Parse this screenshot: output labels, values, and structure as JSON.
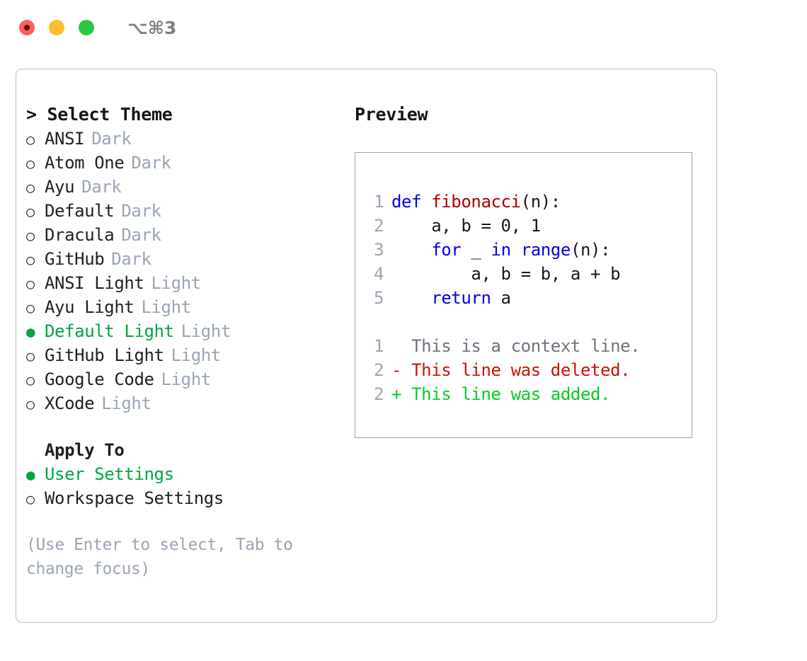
{
  "titlebar": {
    "title": "⌥⌘3",
    "lights": [
      {
        "name": "close",
        "color": "#ff5f57"
      },
      {
        "name": "minimize",
        "color": "#ffbd2e"
      },
      {
        "name": "maximize",
        "color": "#28c840"
      }
    ]
  },
  "theme_picker": {
    "header_prefix": "> ",
    "header": "Select Theme",
    "bullet_unselected": "○",
    "bullet_selected": "●",
    "items": [
      {
        "label": "ANSI",
        "tag": "Dark",
        "selected": false
      },
      {
        "label": "Atom One",
        "tag": "Dark",
        "selected": false
      },
      {
        "label": "Ayu",
        "tag": "Dark",
        "selected": false
      },
      {
        "label": "Default",
        "tag": "Dark",
        "selected": false
      },
      {
        "label": "Dracula",
        "tag": "Dark",
        "selected": false
      },
      {
        "label": "GitHub",
        "tag": "Dark",
        "selected": false
      },
      {
        "label": "ANSI Light",
        "tag": "Light",
        "selected": false
      },
      {
        "label": "Ayu Light",
        "tag": "Light",
        "selected": false
      },
      {
        "label": "Default Light",
        "tag": "Light",
        "selected": true
      },
      {
        "label": "GitHub Light",
        "tag": "Light",
        "selected": false
      },
      {
        "label": "Google Code",
        "tag": "Light",
        "selected": false
      },
      {
        "label": "XCode",
        "tag": "Light",
        "selected": false
      }
    ]
  },
  "apply_to": {
    "heading": "Apply To",
    "options": [
      {
        "label": "User Settings",
        "selected": true
      },
      {
        "label": "Workspace Settings",
        "selected": false
      }
    ]
  },
  "hint": "(Use Enter to select, Tab to change focus)",
  "preview": {
    "title": "Preview",
    "code_lines": [
      {
        "no": "1",
        "tokens": [
          {
            "t": "def ",
            "c": "kw"
          },
          {
            "t": "fibonacci",
            "c": "fn"
          },
          {
            "t": "(n):",
            "c": "pl"
          }
        ]
      },
      {
        "no": "2",
        "tokens": [
          {
            "t": "    a, b = 0, 1",
            "c": "pl"
          }
        ]
      },
      {
        "no": "3",
        "tokens": [
          {
            "t": "    ",
            "c": "pl"
          },
          {
            "t": "for",
            "c": "kw"
          },
          {
            "t": " _ ",
            "c": "pl"
          },
          {
            "t": "in",
            "c": "kw"
          },
          {
            "t": " ",
            "c": "pl"
          },
          {
            "t": "range",
            "c": "kw"
          },
          {
            "t": "(n):",
            "c": "pl"
          }
        ]
      },
      {
        "no": "4",
        "tokens": [
          {
            "t": "        a, b = b, a + b",
            "c": "pl"
          }
        ]
      },
      {
        "no": "5",
        "tokens": [
          {
            "t": "    ",
            "c": "pl"
          },
          {
            "t": "return",
            "c": "kw"
          },
          {
            "t": " a",
            "c": "pl"
          }
        ]
      }
    ],
    "diff_lines": [
      {
        "no": "1",
        "marker": " ",
        "text": " This is a context line.",
        "kind": "ctx"
      },
      {
        "no": "2",
        "marker": "-",
        "text": " This line was deleted.",
        "kind": "del"
      },
      {
        "no": "2",
        "marker": "+",
        "text": " This line was added.",
        "kind": "add"
      }
    ]
  },
  "colors": {
    "accent_green": "#00a63f",
    "muted_tag": "#9aa5b4",
    "keyword_blue": "#0000ee",
    "function_red": "#aa0000",
    "diff_deleted": "#cc1100",
    "diff_added": "#00cc22",
    "border": "#b6bfcb",
    "preview_border": "#9aa5b5"
  }
}
